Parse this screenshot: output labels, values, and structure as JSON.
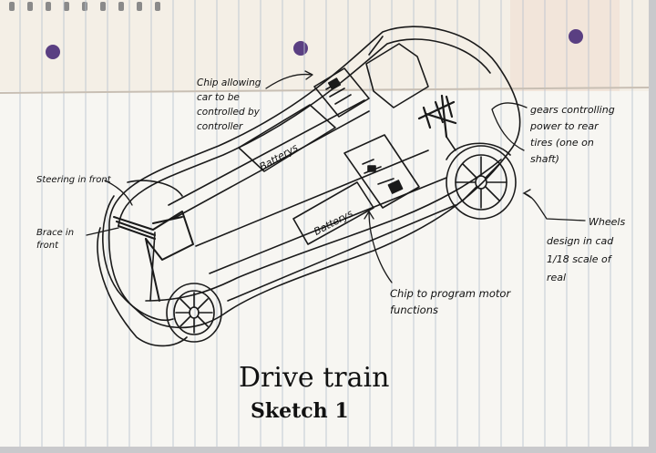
{
  "labels": {
    "chip_control": [
      "Chip allowing",
      "car to be",
      "controlled by",
      "controller"
    ],
    "batteries_top": "Batterys",
    "batteries_bottom": "Batterys",
    "steering": "Steering in front",
    "brace": [
      "Brace in",
      "front"
    ],
    "gears": [
      "gears controlling",
      "power to rear",
      "tires (one on",
      "shaft)"
    ],
    "wheels": [
      "Wheels",
      "design in cad",
      "1/18 scale of",
      "real"
    ],
    "chip_program": [
      "Chip to program motor",
      "functions"
    ]
  },
  "title": {
    "line1": "Drive train",
    "line2": "Sketch 1"
  }
}
